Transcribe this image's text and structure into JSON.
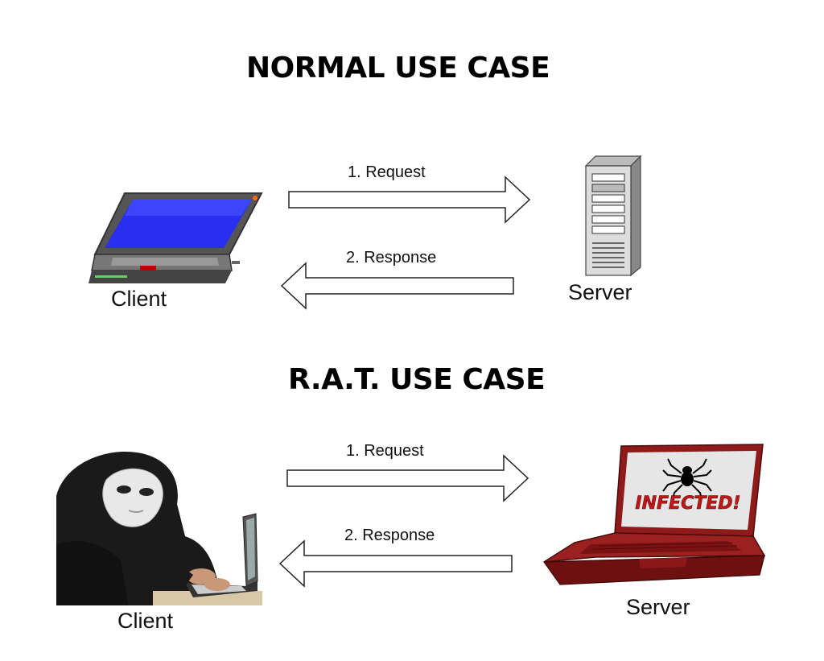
{
  "sections": [
    {
      "heading": "NORMAL USE CASE",
      "client_label": "Client",
      "server_label": "Server",
      "request_label": "1. Request",
      "response_label": "2. Response"
    },
    {
      "heading": "R.A.T. USE CASE",
      "client_label": "Client",
      "server_label": "Server",
      "request_label": "1. Request",
      "response_label": "2. Response",
      "infected_screen_text": "INFECTED!"
    }
  ],
  "icons": {
    "normal_client": "laptop-icon",
    "normal_server": "server-tower-icon",
    "rat_client": "masked-hacker-icon",
    "rat_server": "infected-laptop-icon"
  },
  "colors": {
    "laptop_screen": "#2a2ef0",
    "infected_body": "#8f1a1a",
    "infected_text": "#c41818"
  }
}
